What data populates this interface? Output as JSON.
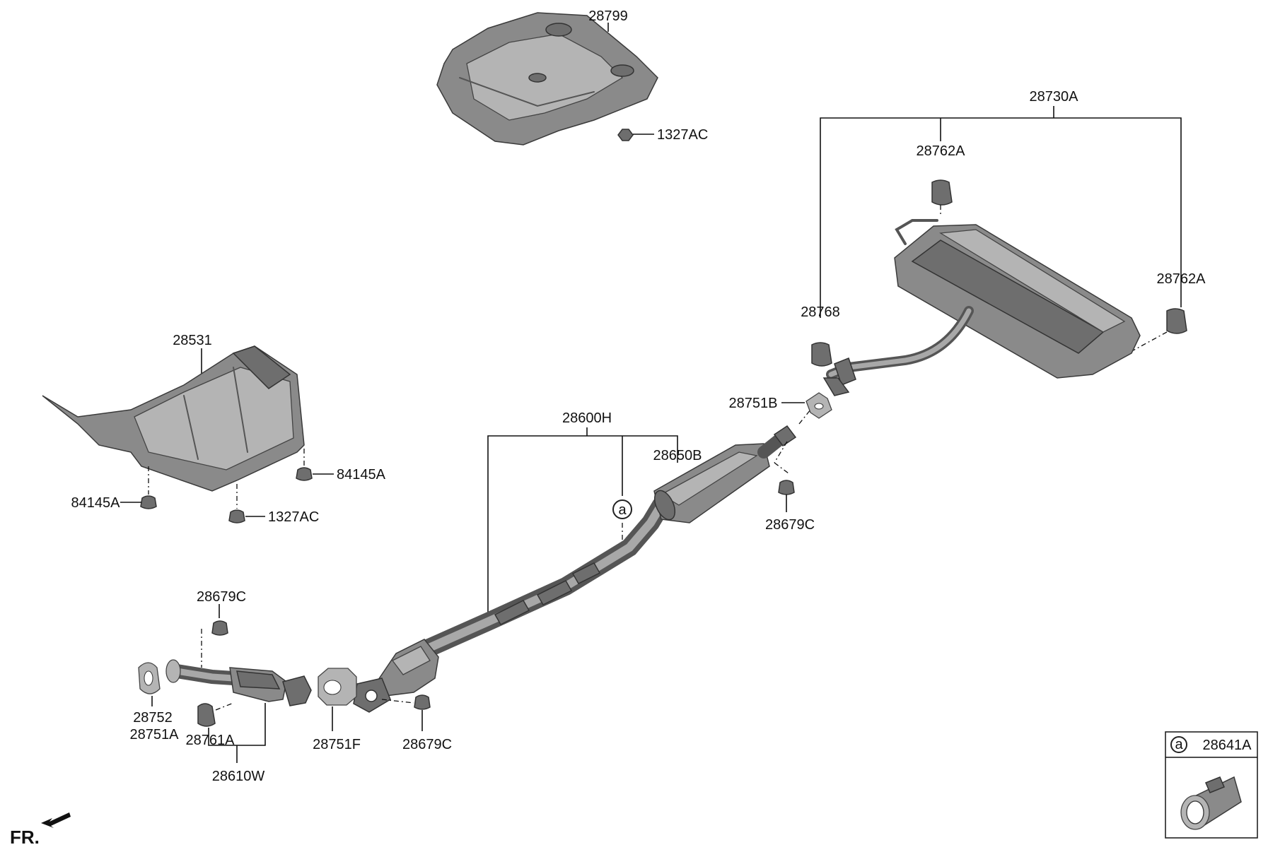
{
  "labels": {
    "l28799": "28799",
    "l1327AC_top": "1327AC",
    "l28730A": "28730A",
    "l28762A_a": "28762A",
    "l28762A_b": "28762A",
    "l28768": "28768",
    "l28531": "28531",
    "l84145A_r": "84145A",
    "l84145A_l": "84145A",
    "l1327AC_mid": "1327AC",
    "l28751B": "28751B",
    "l28600H": "28600H",
    "l28650B": "28650B",
    "l28679C_r": "28679C",
    "l28679C_l": "28679C",
    "l28752": "28752",
    "l28751A": "28751A",
    "l28761A": "28761A",
    "l28610W": "28610W",
    "l28751F": "28751F",
    "l28679C_b": "28679C",
    "callout_a": "a",
    "inset_callout_a": "a",
    "inset_part": "28641A",
    "fr": "FR."
  }
}
